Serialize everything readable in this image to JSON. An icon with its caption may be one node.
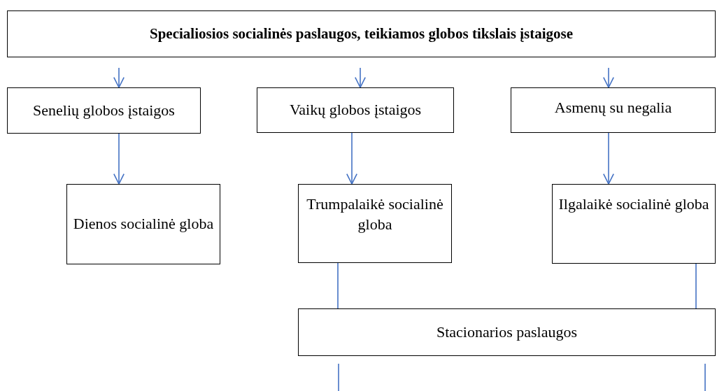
{
  "diagram": {
    "title": "Specialiosios socialinės paslaugos, teikiamos globos tikslais įstaigose",
    "nodes": [
      {
        "text": [
          "Senelių globos įstaigos"
        ]
      },
      {
        "text": [
          "Vaikų globos įstaigos"
        ]
      },
      {
        "text": [
          "Asmenų su negalia"
        ]
      },
      {
        "text": [
          "Dienos socialinė globa"
        ]
      },
      {
        "text": [
          "Trumpalaikė socialinė globa"
        ]
      },
      {
        "text": [
          "Ilgalaikė socialinė globa"
        ]
      },
      {
        "text": [
          "Stacionarios paslaugos"
        ]
      }
    ],
    "edges": [
      {
        "from": null,
        "to": 0,
        "arrow": "to"
      },
      {
        "from": null,
        "to": 1,
        "arrow": "to"
      },
      {
        "from": null,
        "to": 2,
        "arrow": "to"
      },
      {
        "from": 0,
        "to": 3,
        "arrow": "to"
      },
      {
        "from": 1,
        "to": 4,
        "arrow": "to"
      },
      {
        "from": 2,
        "to": 5,
        "arrow": "to"
      },
      {
        "from": 4,
        "to": 6,
        "arrow": "none"
      },
      {
        "from": 5,
        "to": 6,
        "arrow": "none"
      },
      {
        "from": 6,
        "to": null,
        "arrow": "none"
      },
      {
        "from": 6,
        "to": null,
        "arrow": "none"
      }
    ]
  }
}
